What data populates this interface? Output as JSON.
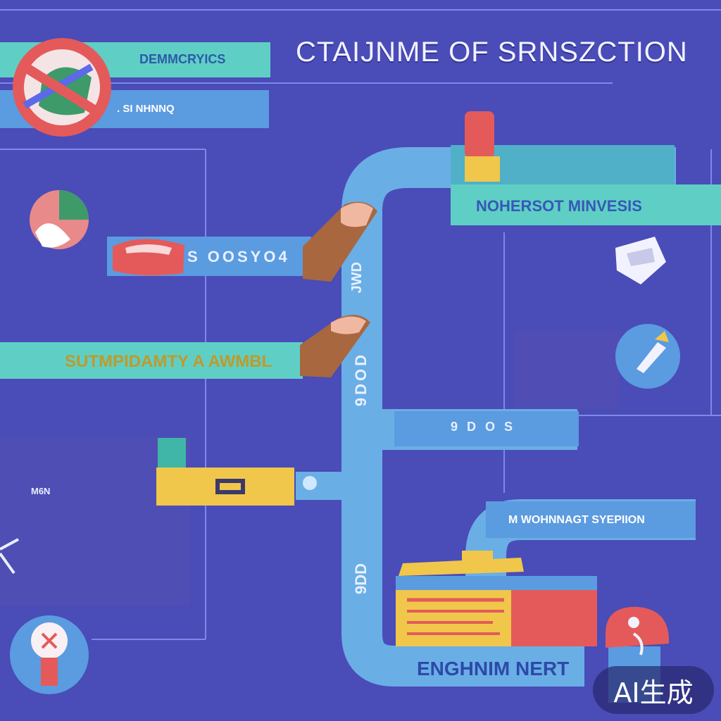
{
  "title": "CTAIJNME OF SRNSZCTION",
  "labels": {
    "top_left_1": "DEMMCRYICS",
    "top_left_2": ". SI NHNNQ",
    "right_top": "NOHERSOT MINVESIS",
    "left_mid": "SUTMPIDAMTY A AWMBL",
    "pill_mid": "S oOSyo4",
    "vertical_1": "JWD",
    "vertical_2": "9DOD",
    "vertical_3": "9DD",
    "right_mid": "9 D o  S",
    "yellow_box": "M6N",
    "lower_right": "M WOHNNAGT SYEPIION",
    "bottom": "ENGHNIM NERT"
  },
  "badge": "AI生成",
  "colors": {
    "background": "#4a4cb8",
    "pipe": "#6aaee6",
    "teal": "#5fcfc5",
    "blue_bar": "#5b9be0",
    "coral": "#e45a5a",
    "yellow": "#f0c74a",
    "skin": "#a8673f"
  },
  "icons": [
    "no-symbol-icon",
    "ball-icon",
    "hand-icon",
    "brush-icon",
    "box-icon",
    "helmet-icon",
    "bulb-icon",
    "tray-icon",
    "lipstick-icon"
  ]
}
